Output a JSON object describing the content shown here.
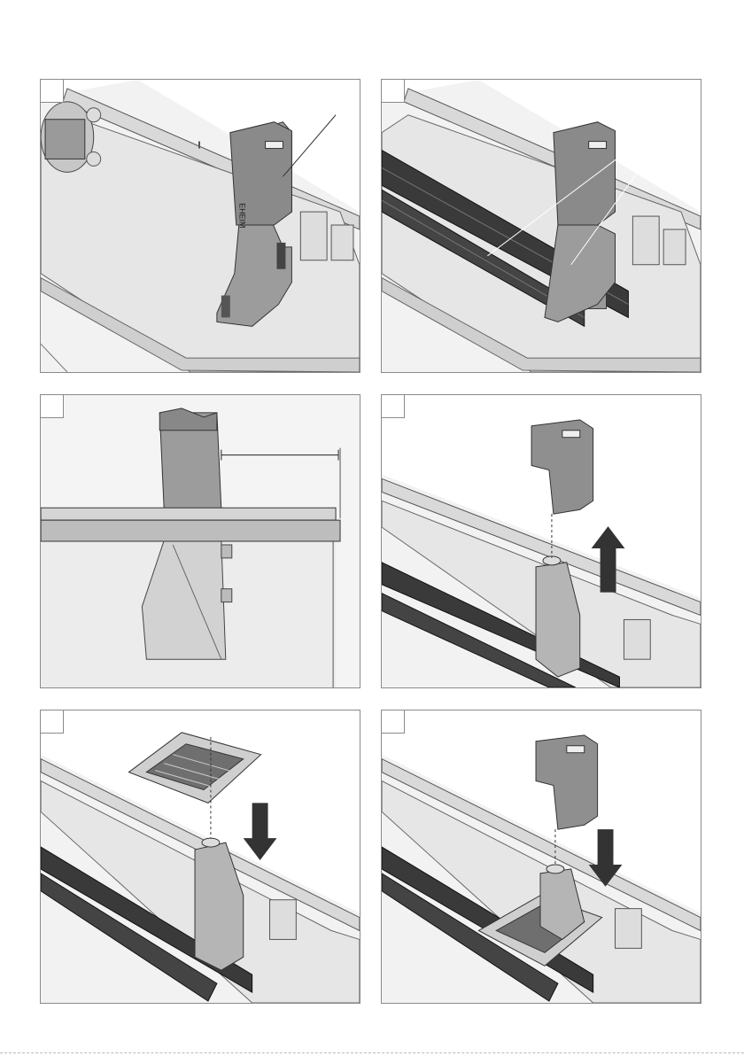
{
  "steps": [
    {
      "number": "",
      "illustration": "filter-unit-in-aquarium-with-callout"
    },
    {
      "number": "",
      "illustration": "filter-unit-with-tubes-and-callout"
    },
    {
      "number": "",
      "illustration": "filter-side-view-with-dimension"
    },
    {
      "number": "",
      "illustration": "remove-filter-cover-arrow-up"
    },
    {
      "number": "",
      "illustration": "insert-grid-plate-arrow-down"
    },
    {
      "number": "",
      "illustration": "replace-cover-arrow-down"
    }
  ],
  "brand_marking": "EHEIM"
}
